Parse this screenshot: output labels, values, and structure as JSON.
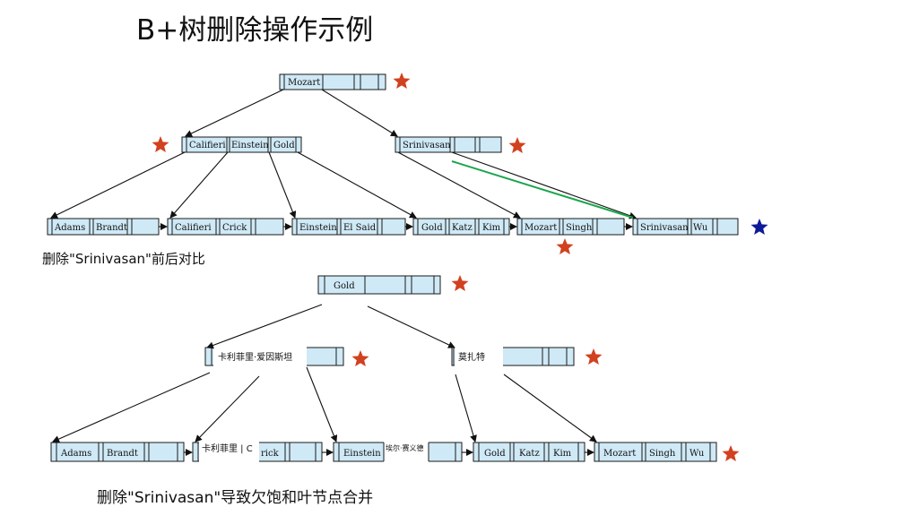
{
  "title": "B+树删除操作示例",
  "caption_top": "删除\"Srinivasan\"前后对比",
  "caption_bottom": "删除\"Srinivasan\"导致欠饱和叶节点合并",
  "colors": {
    "node_fill": "#cfe9f6",
    "star_red": "#d2411f",
    "star_blue": "#0f1a99",
    "pointer_line": "#1aa64a"
  },
  "before": {
    "root": [
      "Mozart"
    ],
    "internal": [
      [
        "Califieri",
        "Einstein",
        "Gold"
      ],
      [
        "Srinivasan"
      ]
    ],
    "leaves": [
      [
        "Adams",
        "Brandt"
      ],
      [
        "Califieri",
        "Crick"
      ],
      [
        "Einstein",
        "El Said"
      ],
      [
        "Gold",
        "Katz",
        "Kim"
      ],
      [
        "Mozart",
        "Singh"
      ],
      [
        "Srinivasan",
        "Wu"
      ]
    ]
  },
  "after": {
    "root": [
      "Gold"
    ],
    "internal": [
      [
        "卡利菲里·爱因斯坦"
      ],
      [
        "莫扎特"
      ]
    ],
    "leaves": [
      [
        "Adams",
        "Brandt"
      ],
      [
        "卡利菲里 | C",
        "rick"
      ],
      [
        "Einstein",
        "埃尔·赛义德"
      ],
      [
        "Gold",
        "Katz",
        "Kim"
      ],
      [
        "Mozart",
        "Singh",
        "Wu"
      ]
    ]
  }
}
